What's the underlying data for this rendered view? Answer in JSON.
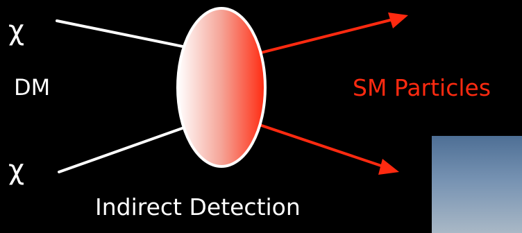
{
  "labels": {
    "chi_top": "χ",
    "chi_bottom": "χ",
    "dm": "DM",
    "sm_particles": "SM Particles",
    "caption": "Indirect Detection"
  },
  "colors": {
    "background": "#000000",
    "incoming_lines": "#ffffff",
    "outgoing_arrows": "#ff2a10",
    "blob_light": "#ffffff",
    "blob_dark": "#ff2a10",
    "sm_text": "#ff2a10"
  },
  "icons": {
    "vertex": "interaction-blob-icon",
    "arrow": "arrow-right-icon"
  }
}
